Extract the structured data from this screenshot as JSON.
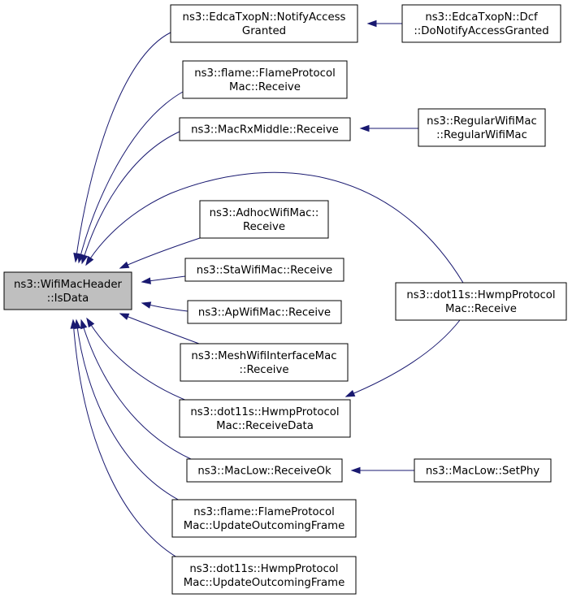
{
  "colors": {
    "edge": "#191970",
    "root_fill": "#bfbfbf",
    "node_fill": "#ffffff",
    "border": "#000000"
  },
  "nodes": [
    {
      "id": "isdata",
      "name": "node-wifimacheader-isdata",
      "lines": [
        "ns3::WifiMacHeader",
        "::IsData"
      ],
      "root": true
    },
    {
      "id": "edca_notify",
      "name": "node-edcatxopn-notifyaccessgranted",
      "lines": [
        "ns3::EdcaTxopN::NotifyAccess",
        "Granted"
      ]
    },
    {
      "id": "edca_dcf",
      "name": "node-edcatxopn-dcf-donotifyaccessgranted",
      "lines": [
        "ns3::EdcaTxopN::Dcf",
        "::DoNotifyAccessGranted"
      ]
    },
    {
      "id": "flame_receive",
      "name": "node-flameprotocolmac-receive",
      "lines": [
        "ns3::flame::FlameProtocol",
        "Mac::Receive"
      ]
    },
    {
      "id": "macrx_receive",
      "name": "node-macrxmiddle-receive",
      "lines": [
        "ns3::MacRxMiddle::Receive"
      ]
    },
    {
      "id": "regular",
      "name": "node-regularwifimac-regularwifimac",
      "lines": [
        "ns3::RegularWifiMac",
        "::RegularWifiMac"
      ]
    },
    {
      "id": "adhoc",
      "name": "node-adhocwifimac-receive",
      "lines": [
        "ns3::AdhocWifiMac::",
        "Receive"
      ]
    },
    {
      "id": "sta",
      "name": "node-stawifimac-receive",
      "lines": [
        "ns3::StaWifiMac::Receive"
      ]
    },
    {
      "id": "hwmp_receive",
      "name": "node-hwmpprotocolmac-receive",
      "lines": [
        "ns3::dot11s::HwmpProtocol",
        "Mac::Receive"
      ]
    },
    {
      "id": "ap",
      "name": "node-apwifimac-receive",
      "lines": [
        "ns3::ApWifiMac::Receive"
      ]
    },
    {
      "id": "mesh",
      "name": "node-meshwifiinterfacemac-receive",
      "lines": [
        "ns3::MeshWifiInterfaceMac",
        "::Receive"
      ]
    },
    {
      "id": "hwmp_receivedata",
      "name": "node-hwmpprotocolmac-receivedata",
      "lines": [
        "ns3::dot11s::HwmpProtocol",
        "Mac::ReceiveData"
      ]
    },
    {
      "id": "maclow_receiveok",
      "name": "node-maclow-receiveok",
      "lines": [
        "ns3::MacLow::ReceiveOk"
      ]
    },
    {
      "id": "maclow_setphy",
      "name": "node-maclow-setphy",
      "lines": [
        "ns3::MacLow::SetPhy"
      ]
    },
    {
      "id": "flame_update",
      "name": "node-flameprotocolmac-updateoutcomingframe",
      "lines": [
        "ns3::flame::FlameProtocol",
        "Mac::UpdateOutcomingFrame"
      ]
    },
    {
      "id": "hwmp_update",
      "name": "node-hwmpprotocolmac-updateoutcomingframe",
      "lines": [
        "ns3::dot11s::HwmpProtocol",
        "Mac::UpdateOutcomingFrame"
      ]
    }
  ],
  "edges": [
    {
      "from": "edca_notify",
      "to": "isdata"
    },
    {
      "from": "edca_dcf",
      "to": "edca_notify"
    },
    {
      "from": "flame_receive",
      "to": "isdata"
    },
    {
      "from": "macrx_receive",
      "to": "isdata"
    },
    {
      "from": "regular",
      "to": "macrx_receive"
    },
    {
      "from": "hwmp_receive",
      "to": "isdata"
    },
    {
      "from": "adhoc",
      "to": "isdata"
    },
    {
      "from": "sta",
      "to": "isdata"
    },
    {
      "from": "ap",
      "to": "isdata"
    },
    {
      "from": "mesh",
      "to": "isdata"
    },
    {
      "from": "hwmp_receivedata",
      "to": "isdata"
    },
    {
      "from": "hwmp_receive",
      "to": "hwmp_receivedata"
    },
    {
      "from": "maclow_receiveok",
      "to": "isdata"
    },
    {
      "from": "maclow_setphy",
      "to": "maclow_receiveok"
    },
    {
      "from": "flame_update",
      "to": "isdata"
    },
    {
      "from": "hwmp_update",
      "to": "isdata"
    }
  ]
}
